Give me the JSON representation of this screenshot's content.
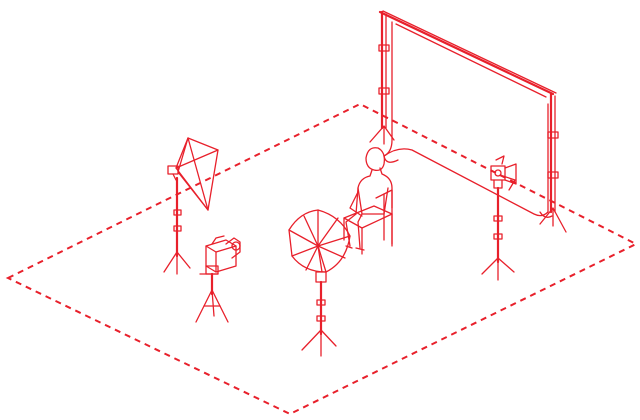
{
  "colors": {
    "line": "#e8202b",
    "background": "#ffffff"
  },
  "icons": {
    "floor": "dashed-floor-outline",
    "backdrop": "paper-backdrop-stand",
    "softbox": "softbox-light",
    "fresnel": "fresnel-spotlight",
    "umbrella": "umbrella-light",
    "camera": "camera-on-tripod",
    "subject": "seated-person-on-chair"
  }
}
